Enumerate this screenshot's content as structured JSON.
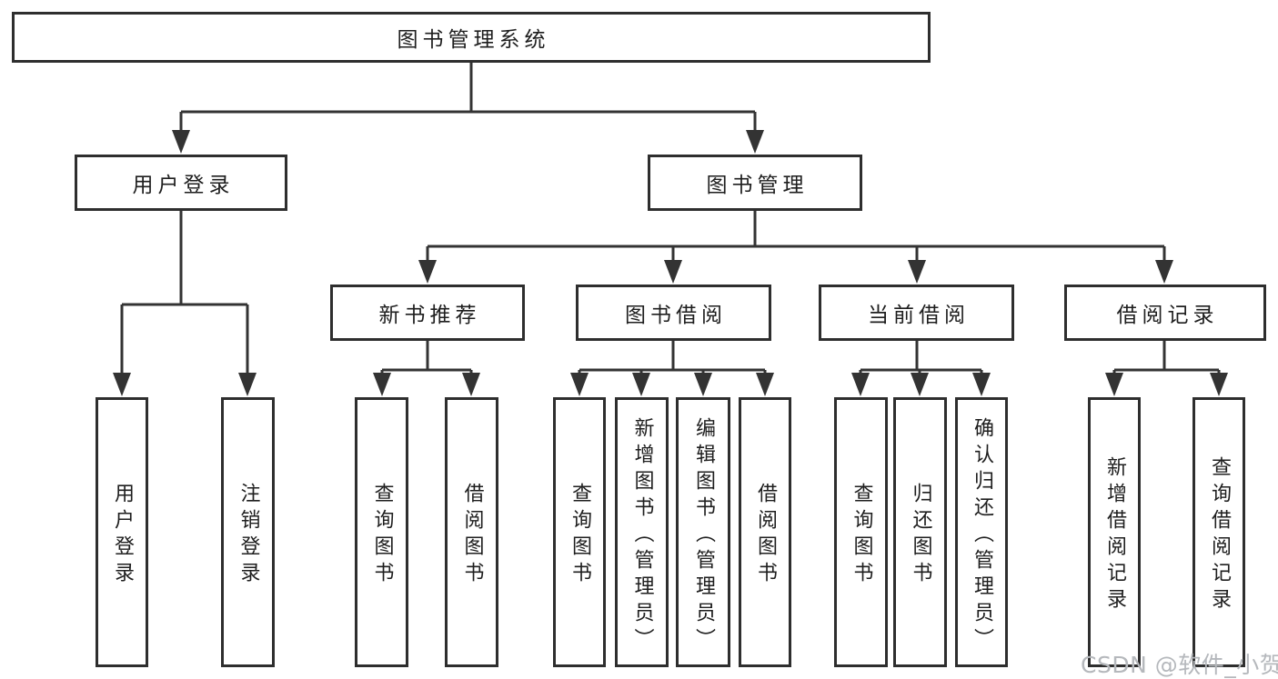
{
  "diagram_title": "图书管理系统",
  "tree": {
    "label": "图书管理系统",
    "children": [
      {
        "label": "用户登录",
        "children": [
          {
            "label": "用户登录"
          },
          {
            "label": "注销登录"
          }
        ]
      },
      {
        "label": "图书管理",
        "children": [
          {
            "label": "新书推荐",
            "children": [
              {
                "label": "查询图书"
              },
              {
                "label": "借阅图书"
              }
            ]
          },
          {
            "label": "图书借阅",
            "children": [
              {
                "label": "查询图书"
              },
              {
                "label": "新增图书（管理员）"
              },
              {
                "label": "编辑图书（管理员）"
              },
              {
                "label": "借阅图书"
              }
            ]
          },
          {
            "label": "当前借阅",
            "children": [
              {
                "label": "查询图书"
              },
              {
                "label": "归还图书"
              },
              {
                "label": "确认归还（管理员）"
              }
            ]
          },
          {
            "label": "借阅记录",
            "children": [
              {
                "label": "新增借阅记录"
              },
              {
                "label": "查询借阅记录"
              }
            ]
          }
        ]
      }
    ]
  },
  "watermark": {
    "text": "CSDN @软件_小贺同学"
  },
  "colors": {
    "line": "#333333",
    "box_border": "#2e2e2e",
    "text": "#1e1e1e",
    "watermark": "#b5b8bc",
    "background": "#ffffff"
  }
}
